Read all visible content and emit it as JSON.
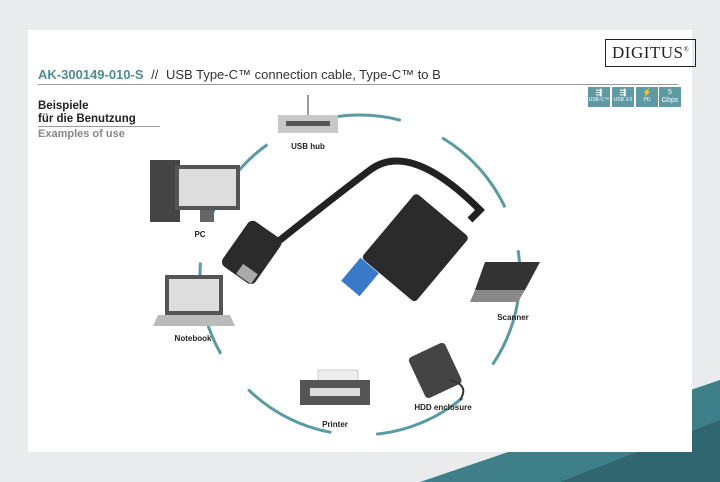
{
  "brand": {
    "logo": "DIGITUS"
  },
  "header": {
    "product_code": "AK-300149-010-S",
    "separator": "//",
    "description": "USB Type-C™ connection cable, Type-C™ to B"
  },
  "badges": [
    {
      "icon": "usb-icon",
      "label": "USB-C™"
    },
    {
      "icon": "usb-icon",
      "label": "USB 3.0"
    },
    {
      "icon": "power-icon",
      "label": "PD"
    },
    {
      "icon": "speed",
      "label": "5 Gbps"
    }
  ],
  "section": {
    "title_de_1": "Beispiele",
    "title_de_2": "für die Benutzung",
    "title_en": "Examples of use"
  },
  "devices": [
    {
      "label": "USB hub",
      "icon": "usb-hub-icon"
    },
    {
      "label": "PC",
      "icon": "pc-icon"
    },
    {
      "label": "Notebook",
      "icon": "notebook-icon"
    },
    {
      "label": "Printer",
      "icon": "printer-icon"
    },
    {
      "label": "HDD enclosure",
      "icon": "hdd-icon"
    },
    {
      "label": "Scanner",
      "icon": "scanner-icon"
    }
  ],
  "colors": {
    "accent": "#4d8c94",
    "circle": "#5a9aa1",
    "band": "#5e9aa3"
  }
}
